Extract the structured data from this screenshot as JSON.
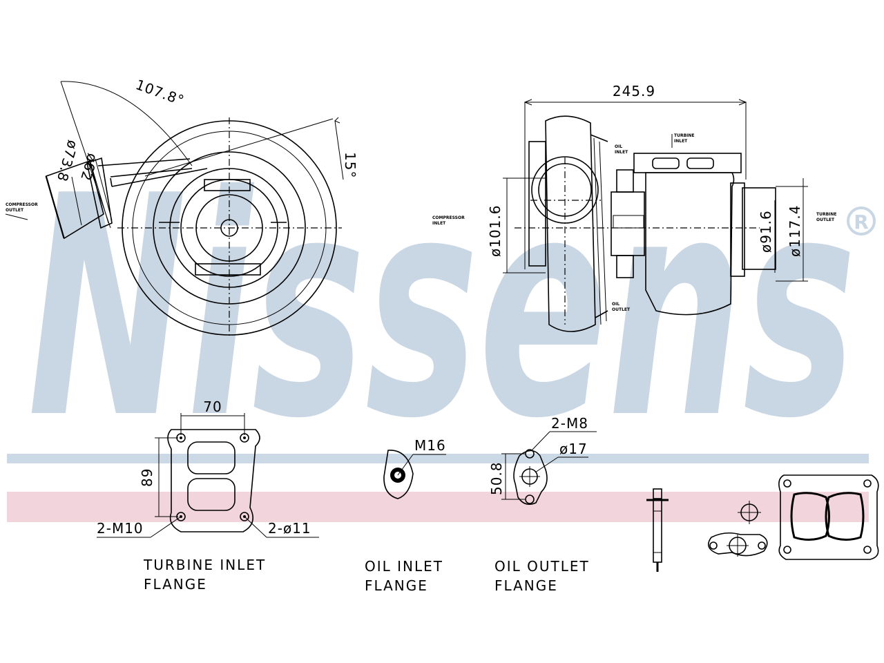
{
  "brand": {
    "watermark": "Nissens",
    "registered_mark": "®",
    "watermark_color": "#c9d6e3",
    "band_blue": "#cbd8e5",
    "band_pink": "#f2d4dc"
  },
  "front_view": {
    "angle_label": "107.8°",
    "tilt_label": "15°",
    "outlet_dia_outer": "ø73.8",
    "outlet_dia_inner": "ø62",
    "outlet_label_1": "COMPRESSOR",
    "outlet_label_2": "OUTLET"
  },
  "side_view": {
    "overall_length": "245.9",
    "compressor_inlet_dia": "ø101.6",
    "turbine_outlet_dia_inner": "ø91.6",
    "turbine_outlet_dia_outer": "ø117.4",
    "compressor_inlet_label_1": "COMPRESSOR",
    "compressor_inlet_label_2": "INLET",
    "turbine_inlet_label_1": "TURBINE",
    "turbine_inlet_label_2": "INLET",
    "oil_inlet_label_1": "OIL",
    "oil_inlet_label_2": "INLET",
    "oil_outlet_label_1": "OIL",
    "oil_outlet_label_2": "OUTLET",
    "turbine_outlet_label_1": "TURBINE",
    "turbine_outlet_label_2": "OUTLET"
  },
  "turbine_inlet_flange": {
    "width": "70",
    "height": "89",
    "thread": "2-M10",
    "hole": "2-ø11",
    "caption_line1": "TURBINE  INLET",
    "caption_line2": "FLANGE"
  },
  "oil_inlet_flange": {
    "thread": "M16",
    "caption_line1": "OIL  INLET",
    "caption_line2": "FLANGE"
  },
  "oil_outlet_flange": {
    "thread": "2-M8",
    "bore": "ø17",
    "spacing": "50.8",
    "caption_line1": "OIL  OUTLET",
    "caption_line2": "FLANGE"
  }
}
